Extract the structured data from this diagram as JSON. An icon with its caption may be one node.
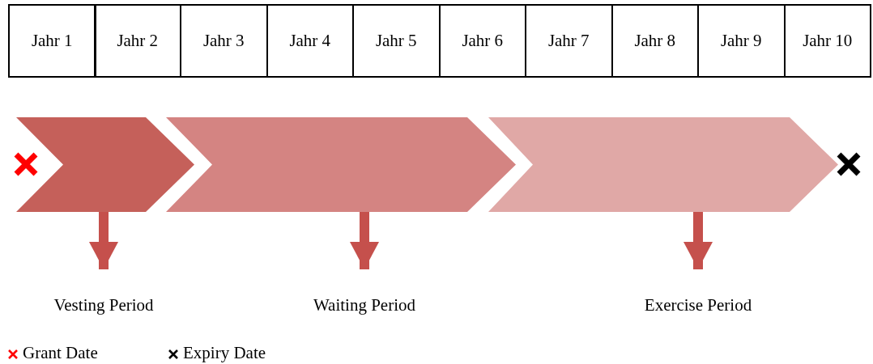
{
  "diagram": {
    "nodes": [
      {
        "text": [],
        "shape": "chevron"
      },
      {
        "text": [],
        "shape": "chevron"
      },
      {
        "text": [],
        "shape": "chevron"
      },
      {
        "text": [
          "Vesting Period"
        ]
      },
      {
        "text": [
          "Waiting Period"
        ]
      },
      {
        "text": [
          "Exercise Period"
        ]
      }
    ],
    "edges": [
      {
        "from": 0,
        "to": 3,
        "arrow": "to"
      },
      {
        "from": 1,
        "to": 4,
        "arrow": "to"
      },
      {
        "from": 2,
        "to": 5,
        "arrow": "to"
      }
    ],
    "labels": [
      "Jahr 1",
      "Jahr 2",
      "Jahr 3",
      "Jahr 4",
      "Jahr 5",
      "Jahr 6",
      "Jahr 7",
      "Jahr 8",
      "Jahr 9",
      "Jahr 10"
    ],
    "legend": [
      {
        "text": "Grant Date"
      },
      {
        "text": "Expiry Date"
      }
    ]
  }
}
